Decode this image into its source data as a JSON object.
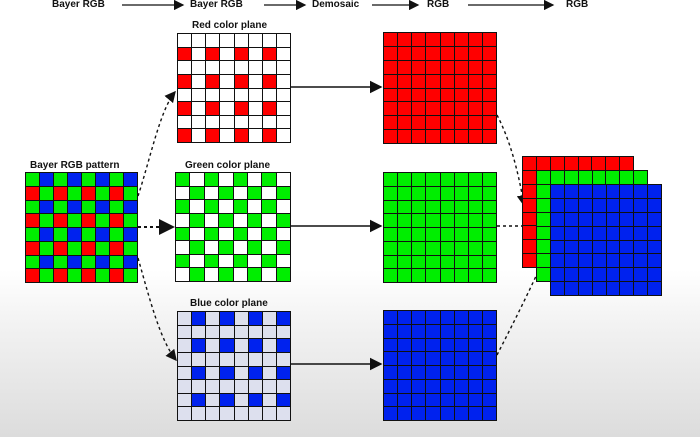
{
  "header": {
    "col1": "Bayer RGB",
    "col2": "Bayer RGB",
    "col3": "Demosaic",
    "col4": "RGB",
    "col5": "RGB"
  },
  "planes": {
    "pattern_label": "Bayer RGB pattern",
    "red_label": "Red color plane",
    "green_label": "Green color plane",
    "blue_label": "Blue color plane"
  },
  "colors": {
    "red": "#ff0000",
    "green": "#00ee00",
    "blue": "#0022ee",
    "blue_plane_bg": "#dde0ee",
    "white": "#ffffff",
    "line": "#111111"
  },
  "grid_size": 8
}
